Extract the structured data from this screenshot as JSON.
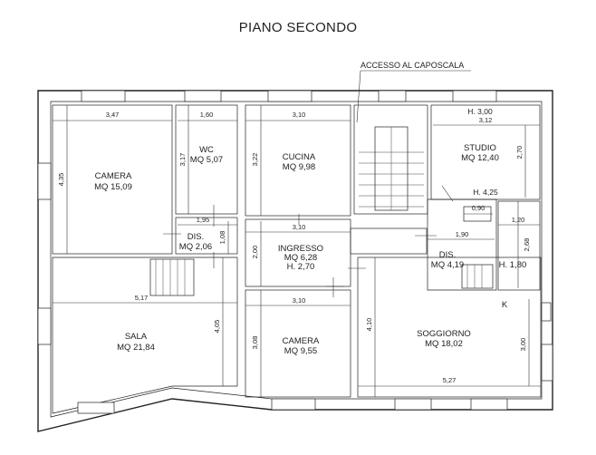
{
  "title": "PIANO SECONDO",
  "access_note": "ACCESSO AL CAPOSCALA",
  "rooms": [
    {
      "id": "camera1",
      "name": "CAMERA",
      "area": "MQ 15,09",
      "w": "3,47",
      "h": "4,35"
    },
    {
      "id": "wc",
      "name": "WC",
      "area": "MQ 5,07",
      "w": "1,60",
      "h": "3,17"
    },
    {
      "id": "cucina",
      "name": "CUCINA",
      "area": "MQ 9,98",
      "w": "3,10",
      "h": "3,22"
    },
    {
      "id": "studio",
      "name": "STUDIO",
      "area": "MQ 12,40",
      "height": "H. 3,00",
      "w": "3,12",
      "h": "2,70"
    },
    {
      "id": "dis1",
      "name": "DIS.",
      "area": "MQ 2,06",
      "w": "1,95",
      "h": "1,08"
    },
    {
      "id": "ingresso",
      "name": "INGRESSO",
      "area": "MQ 6,28",
      "height": "H. 2,70",
      "w": "3,10",
      "h": "2,00"
    },
    {
      "id": "dis2",
      "name": "DIS.",
      "area": "MQ 4,19",
      "w": "1,90",
      "extra_height": "H. 4,25",
      "extra_w": "0,90"
    },
    {
      "id": "ripostiglio",
      "height": "H. 1,80",
      "w": "1,20",
      "h": "2,68"
    },
    {
      "id": "sala",
      "name": "SALA",
      "area": "MQ 21,84",
      "w": "5,17",
      "h": "4,05"
    },
    {
      "id": "camera2",
      "name": "CAMERA",
      "area": "MQ 9,55",
      "w": "3,10",
      "h": "3,08"
    },
    {
      "id": "soggiorno",
      "name": "SOGGIORNO",
      "area": "MQ 18,02",
      "w": "5,27",
      "h": "3,00",
      "h2": "4,10",
      "mark": "K"
    }
  ]
}
